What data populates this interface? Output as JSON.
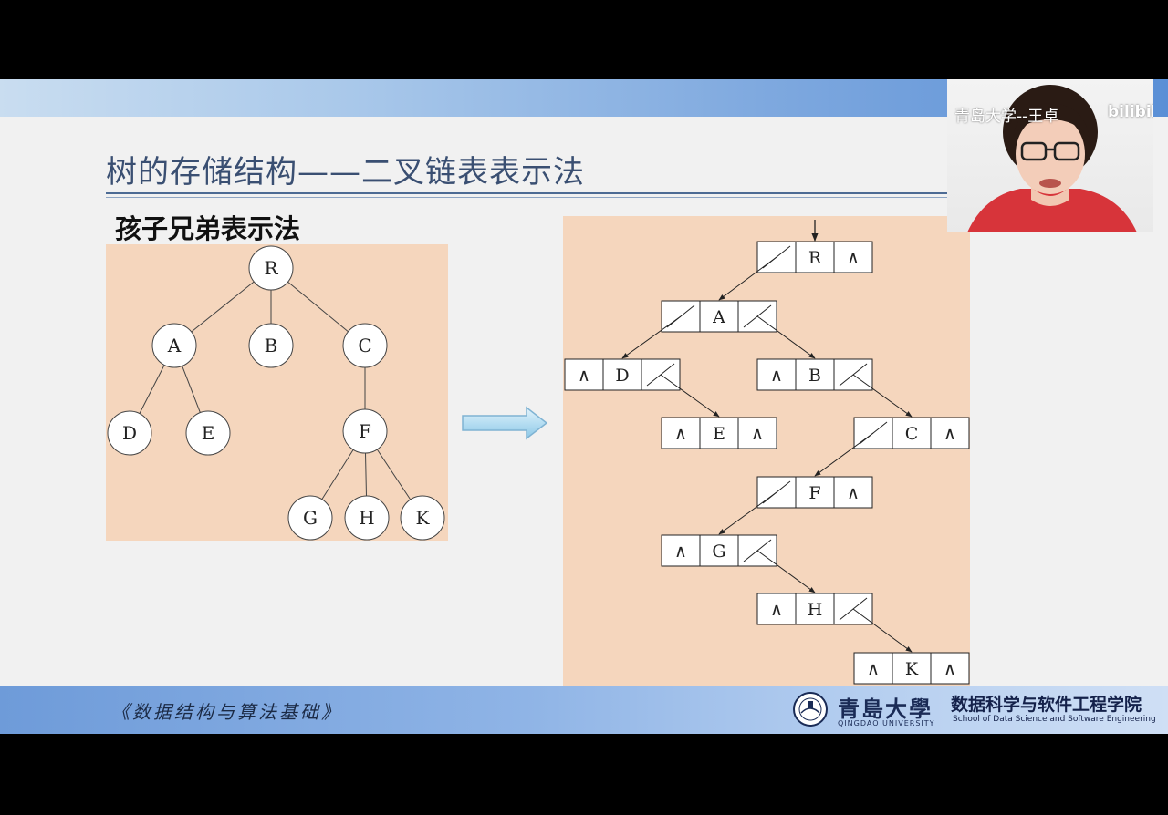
{
  "slide": {
    "title": "树的存储结构——二叉链表表示法",
    "subtitle": "孩子兄弟表示法"
  },
  "tree": {
    "nodes": [
      {
        "id": "R",
        "label": "R"
      },
      {
        "id": "A",
        "label": "A"
      },
      {
        "id": "B",
        "label": "B"
      },
      {
        "id": "C",
        "label": "C"
      },
      {
        "id": "D",
        "label": "D"
      },
      {
        "id": "E",
        "label": "E"
      },
      {
        "id": "F",
        "label": "F"
      },
      {
        "id": "G",
        "label": "G"
      },
      {
        "id": "H",
        "label": "H"
      },
      {
        "id": "K",
        "label": "K"
      }
    ],
    "edges": [
      [
        "R",
        "A"
      ],
      [
        "R",
        "B"
      ],
      [
        "R",
        "C"
      ],
      [
        "A",
        "D"
      ],
      [
        "A",
        "E"
      ],
      [
        "C",
        "F"
      ],
      [
        "F",
        "G"
      ],
      [
        "F",
        "H"
      ],
      [
        "F",
        "K"
      ]
    ]
  },
  "binary_list": {
    "null_symbol": "∧",
    "nodes": [
      {
        "id": "R",
        "label": "R",
        "left": "ptr",
        "right": "null"
      },
      {
        "id": "A",
        "label": "A",
        "left": "ptr",
        "right": "ptr"
      },
      {
        "id": "D",
        "label": "D",
        "left": "null",
        "right": "ptr"
      },
      {
        "id": "B",
        "label": "B",
        "left": "null",
        "right": "ptr"
      },
      {
        "id": "E",
        "label": "E",
        "left": "null",
        "right": "null"
      },
      {
        "id": "C",
        "label": "C",
        "left": "ptr",
        "right": "null"
      },
      {
        "id": "F",
        "label": "F",
        "left": "ptr",
        "right": "null"
      },
      {
        "id": "G",
        "label": "G",
        "left": "null",
        "right": "ptr"
      },
      {
        "id": "H",
        "label": "H",
        "left": "null",
        "right": "ptr"
      },
      {
        "id": "K",
        "label": "K",
        "left": "null",
        "right": "null"
      }
    ],
    "links": [
      [
        "R",
        "A"
      ],
      [
        "A",
        "D"
      ],
      [
        "A",
        "B"
      ],
      [
        "D",
        "E"
      ],
      [
        "B",
        "C"
      ],
      [
        "C",
        "F"
      ],
      [
        "F",
        "G"
      ],
      [
        "G",
        "H"
      ],
      [
        "H",
        "K"
      ]
    ]
  },
  "footer": {
    "course_title": "《数据结构与算法基础》",
    "university_name": "青島大學",
    "university_name_en": "QINGDAO UNIVERSITY",
    "school_name": "数据科学与软件工程学院",
    "school_name_en": "School of Data Science and Software Engineering"
  },
  "webcam": {
    "caption": "青岛大学--王卓",
    "platform": "bilibili"
  },
  "colors": {
    "panel_bg": "#f5d6bd",
    "title": "#3a4f72",
    "band_blue": "#5a8fd6"
  }
}
